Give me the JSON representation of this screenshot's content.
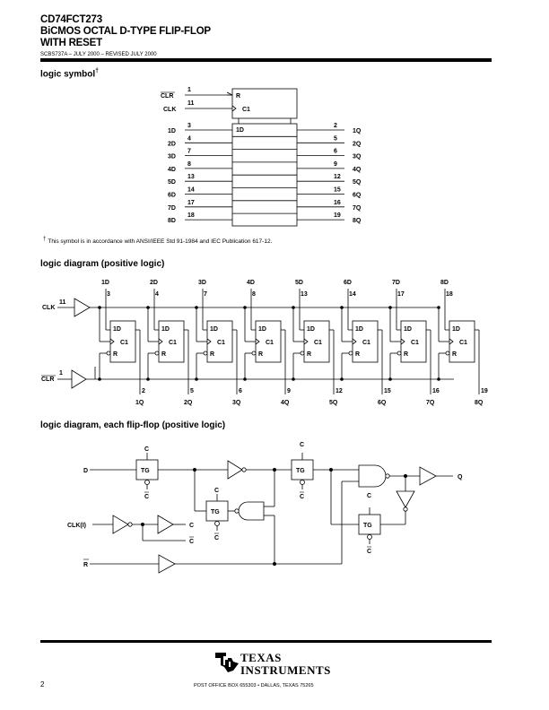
{
  "header": {
    "part": "CD74FCT273",
    "title_line1": "BiCMOS OCTAL D-TYPE FLIP-FLOP",
    "title_line2": "WITH RESET",
    "doc_id": "SCBS737A – JULY 2000 – REVISED JULY 2000"
  },
  "logic_symbol": {
    "heading": "logic symbol",
    "dagger": "†",
    "clr_label": "CLR",
    "clr_pin": "1",
    "clr_box": "R",
    "clk_label": "CLK",
    "clk_pin": "11",
    "clk_box": "C1",
    "first_box": "1D",
    "inputs": [
      {
        "label": "1D",
        "pin": "3"
      },
      {
        "label": "2D",
        "pin": "4"
      },
      {
        "label": "3D",
        "pin": "7"
      },
      {
        "label": "4D",
        "pin": "8"
      },
      {
        "label": "5D",
        "pin": "13"
      },
      {
        "label": "6D",
        "pin": "14"
      },
      {
        "label": "7D",
        "pin": "17"
      },
      {
        "label": "8D",
        "pin": "18"
      }
    ],
    "outputs": [
      {
        "label": "1Q",
        "pin": "2"
      },
      {
        "label": "2Q",
        "pin": "5"
      },
      {
        "label": "3Q",
        "pin": "6"
      },
      {
        "label": "4Q",
        "pin": "9"
      },
      {
        "label": "5Q",
        "pin": "12"
      },
      {
        "label": "6Q",
        "pin": "15"
      },
      {
        "label": "7Q",
        "pin": "16"
      },
      {
        "label": "8Q",
        "pin": "19"
      }
    ],
    "footnote_mark": "†",
    "footnote": "This symbol is in accordance with ANSI/IEEE Std 91-1984 and IEC Publication 617-12."
  },
  "logic_diagram": {
    "heading": "logic diagram (positive logic)",
    "clk_label": "CLK",
    "clk_pin": "11",
    "clr_label": "CLR",
    "clr_pin": "1",
    "ff_labels": [
      "1D",
      "C1",
      "R"
    ],
    "inputs": [
      {
        "label": "1D",
        "pin": "3"
      },
      {
        "label": "2D",
        "pin": "4"
      },
      {
        "label": "3D",
        "pin": "7"
      },
      {
        "label": "4D",
        "pin": "8"
      },
      {
        "label": "5D",
        "pin": "13"
      },
      {
        "label": "6D",
        "pin": "14"
      },
      {
        "label": "7D",
        "pin": "17"
      },
      {
        "label": "8D",
        "pin": "18"
      }
    ],
    "outputs": [
      {
        "label": "1Q",
        "pin": "2"
      },
      {
        "label": "2Q",
        "pin": "5"
      },
      {
        "label": "3Q",
        "pin": "6"
      },
      {
        "label": "4Q",
        "pin": "9"
      },
      {
        "label": "5Q",
        "pin": "12"
      },
      {
        "label": "6Q",
        "pin": "15"
      },
      {
        "label": "7Q",
        "pin": "16"
      },
      {
        "label": "8Q",
        "pin": "19"
      }
    ]
  },
  "ff_diagram": {
    "heading": "logic diagram, each flip-flop (positive logic)",
    "d_label": "D",
    "q_label": "Q",
    "clk_label": "CLK(I)",
    "r_label": "R",
    "tg_label": "TG",
    "c_label": "C",
    "cbar_label": "C"
  },
  "footer": {
    "logo_line1": "TEXAS",
    "logo_line2": "INSTRUMENTS",
    "address_left": "POST OFFICE BOX 655303",
    "bullet": "•",
    "address_right": "DALLAS, TEXAS 75265",
    "page_number": "2"
  }
}
